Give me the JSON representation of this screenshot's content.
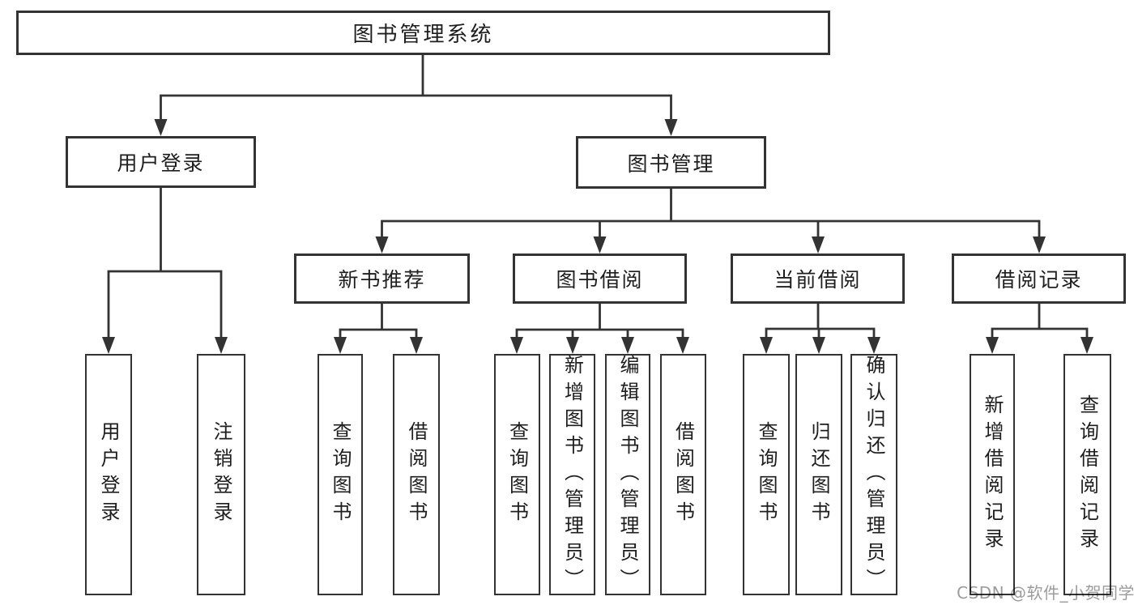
{
  "diagram": {
    "watermark": "CSDN @软件_小贺同学",
    "colors": {
      "line": "#333333",
      "box_border": "#333333",
      "text": "#1e1e1e",
      "watermark": "#9c9c9c",
      "background": "#ffffff"
    },
    "nodes": {
      "root": {
        "label": "图书管理系统"
      },
      "user_login": {
        "label": "用户登录"
      },
      "book_mgmt": {
        "label": "图书管理"
      },
      "new_book_rec": {
        "label": "新书推荐"
      },
      "book_borrow": {
        "label": "图书借阅"
      },
      "current_borrow": {
        "label": "当前借阅"
      },
      "borrow_records": {
        "label": "借阅记录"
      },
      "leaf_user_login": {
        "label": "用户登录"
      },
      "leaf_logout": {
        "label": "注销登录"
      },
      "leaf_nbr_query": {
        "label": "查询图书"
      },
      "leaf_nbr_borrow": {
        "label": "借阅图书"
      },
      "leaf_bb_query": {
        "label": "查询图书"
      },
      "leaf_bb_add": {
        "label": "新增图书（管理员）"
      },
      "leaf_bb_edit": {
        "label": "编辑图书（管理员）"
      },
      "leaf_bb_borrow": {
        "label": "借阅图书"
      },
      "leaf_cb_query": {
        "label": "查询图书"
      },
      "leaf_cb_return": {
        "label": "归还图书"
      },
      "leaf_cb_confirm": {
        "label": "确认归还（管理员）"
      },
      "leaf_br_add": {
        "label": "新增借阅记录"
      },
      "leaf_br_query": {
        "label": "查询借阅记录"
      }
    },
    "hierarchy": {
      "图书管理系统": {
        "用户登录": [
          "用户登录",
          "注销登录"
        ],
        "图书管理": {
          "新书推荐": [
            "查询图书",
            "借阅图书"
          ],
          "图书借阅": [
            "查询图书",
            "新增图书（管理员）",
            "编辑图书（管理员）",
            "借阅图书"
          ],
          "当前借阅": [
            "查询图书",
            "归还图书",
            "确认归还（管理员）"
          ],
          "借阅记录": [
            "新增借阅记录",
            "查询借阅记录"
          ]
        }
      }
    }
  }
}
